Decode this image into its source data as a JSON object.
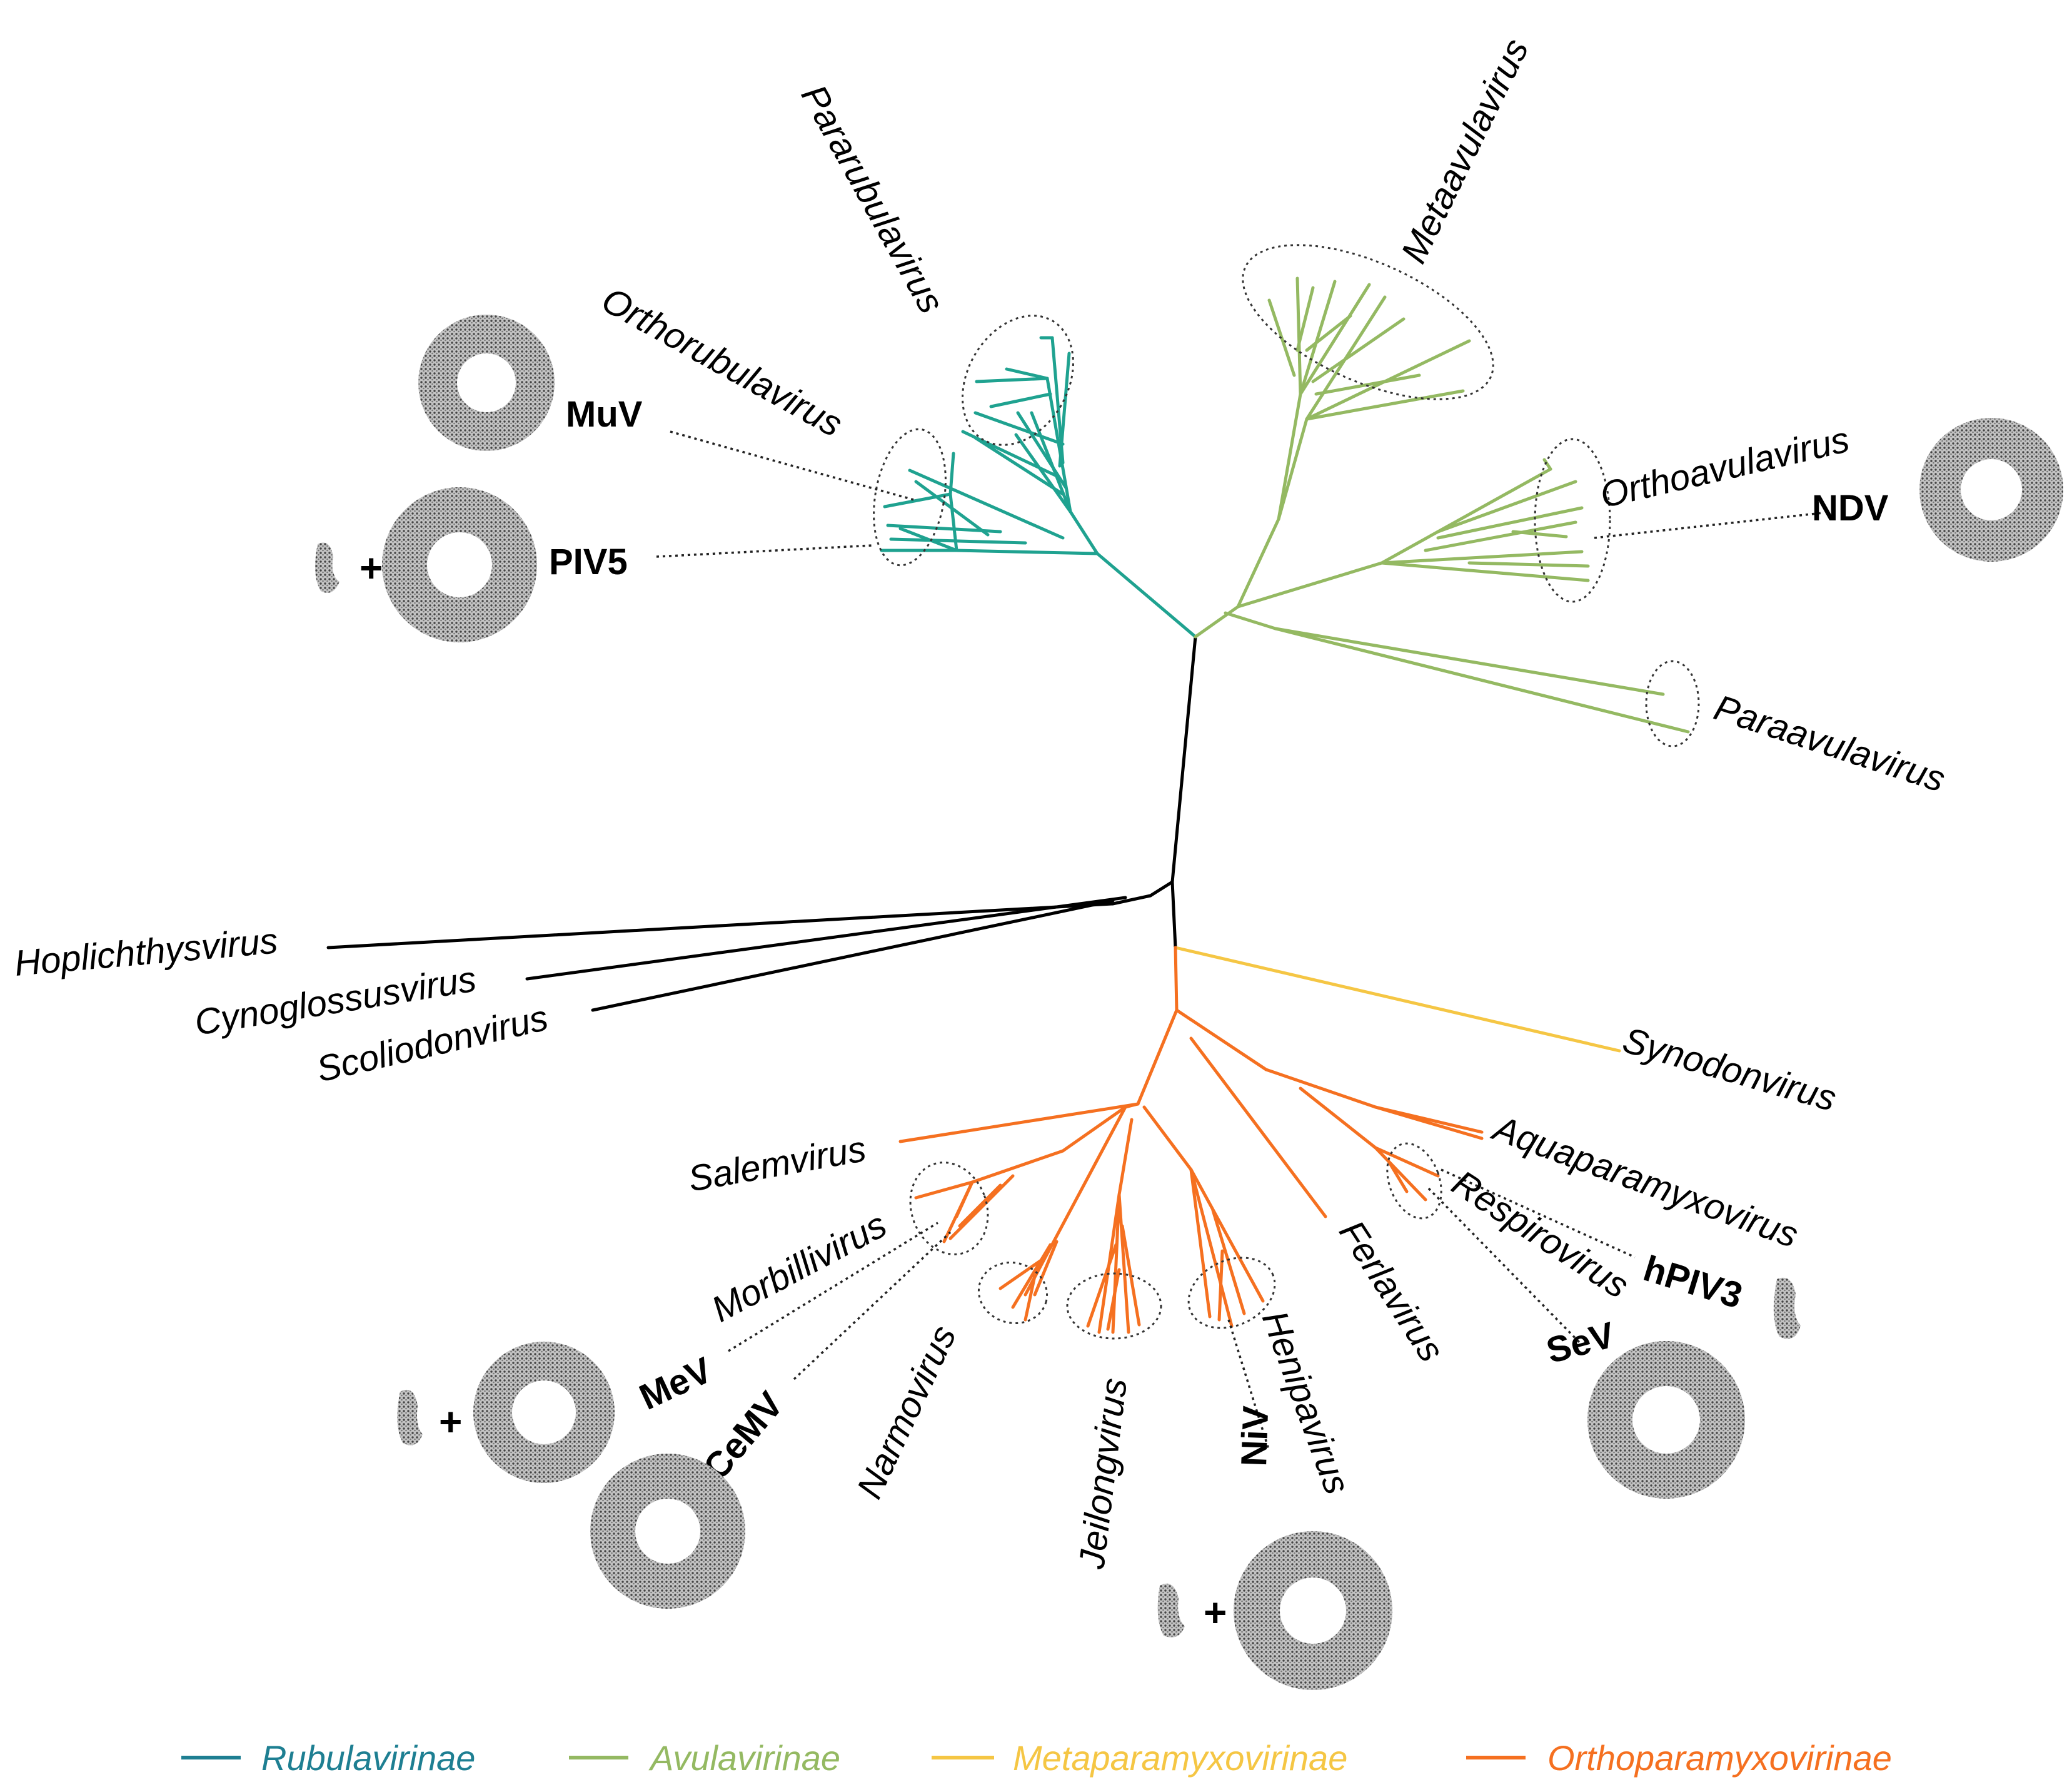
{
  "subfamilies": {
    "rubula": {
      "name": "Rubulavirinae",
      "color": "#1fa290"
    },
    "avula": {
      "name": "Avulavirinae",
      "color": "#94b962"
    },
    "metapara": {
      "name": "Metaparamyxovirinae",
      "color": "#f5c644"
    },
    "orthopara": {
      "name": "Orthoparamyxovirinae",
      "color": "#f57020"
    },
    "legend_colors": {
      "rubula": "#1e7f92"
    },
    "unassigned_color": "#000000"
  },
  "genera": {
    "pararubulavirus": "Pararubulavirus",
    "orthorubulavirus": "Orthorubulavirus",
    "metaavulavirus": "Metaavulavirus",
    "orthoavulavirus": "Orthoavulavirus",
    "paraavulavirus": "Paraavulavirus",
    "hoplichthysvirus": "Hoplichthysvirus",
    "cynoglossusvirus": "Cynoglossusvirus",
    "scoliodonvirus": "Scoliodonvirus",
    "synodonvirus": "Synodonvirus",
    "salemvirus": "Salemvirus",
    "aquaparamyxovirus": "Aquaparamyxovirus",
    "morbillivirus": "Morbillivirus",
    "respirovirus": "Respirovirus",
    "ferlavirus": "Ferlavirus",
    "narmovirus": "Narmovirus",
    "jeilongvirus": "Jeilongvirus",
    "henipavirus": "Henipavirus"
  },
  "viruses": {
    "muv": "MuV",
    "piv5": "PIV5",
    "ndv": "NDV",
    "mev": "MeV",
    "cemv": "CeMV",
    "niv": "NiV",
    "sev": "SeV",
    "hpiv3": "hPIV3"
  },
  "structure_icons": {
    "ring": "nucleocapsid-ring-icon",
    "monomer": "protomer-icon",
    "plus": "+"
  }
}
